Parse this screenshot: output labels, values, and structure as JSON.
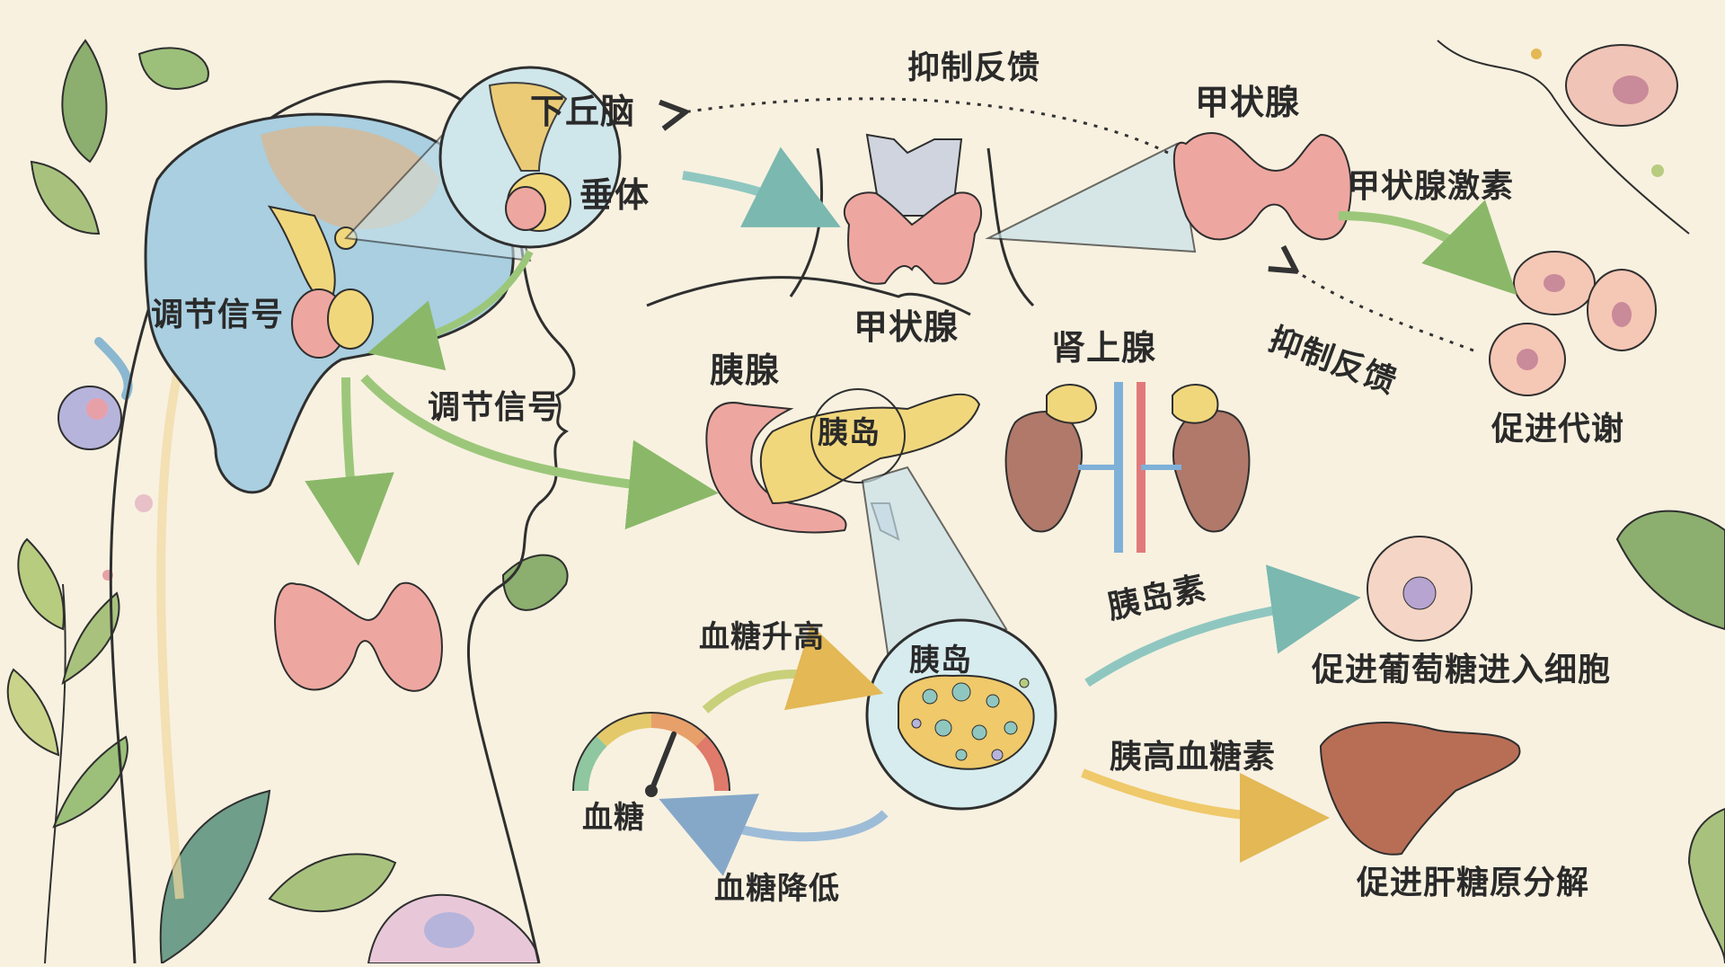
{
  "labels": {
    "hypothalamus": "下丘脑",
    "pituitary": "垂体",
    "regulation_signal_head": "调节信号",
    "regulation_signal_arrow": "调节信号",
    "negative_feedback_top": "抑制反馈",
    "thyroid_top": "甲状腺",
    "thyroid_neck": "甲状腺",
    "thyroid_hormone": "甲状腺激素",
    "negative_feedback_right": "抑制反馈",
    "promote_metabolism": "促进代谢",
    "pancreas": "胰腺",
    "islet_small": "胰岛",
    "adrenal": "肾上腺",
    "islet_zoom": "胰岛",
    "blood_sugar_rise": "血糖升高",
    "blood_sugar": "血糖",
    "blood_sugar_fall": "血糖降低",
    "insulin": "胰岛素",
    "glucagon": "胰高血糖素",
    "glucose_into_cells": "促进葡萄糖进入细胞",
    "glycogenolysis": "促进肝糖原分解"
  },
  "colors": {
    "background": "#f8f1e0",
    "brain": "#a9cfe0",
    "gland_pink": "#eea7a0",
    "gland_yellow": "#f1d77c",
    "arrow_green": "#9cc77a",
    "arrow_teal": "#8fc7c0",
    "arrow_blue": "#9dbcd8",
    "arrow_yellow": "#efc96a",
    "liver": "#b86e55",
    "kidney": "#b0796a",
    "leaf": "#8cae6e"
  },
  "gauge": {
    "segments": [
      "#8fc7a0",
      "#e4c96a",
      "#e8a06a",
      "#e07a6a"
    ],
    "needle_fraction": 0.62
  }
}
